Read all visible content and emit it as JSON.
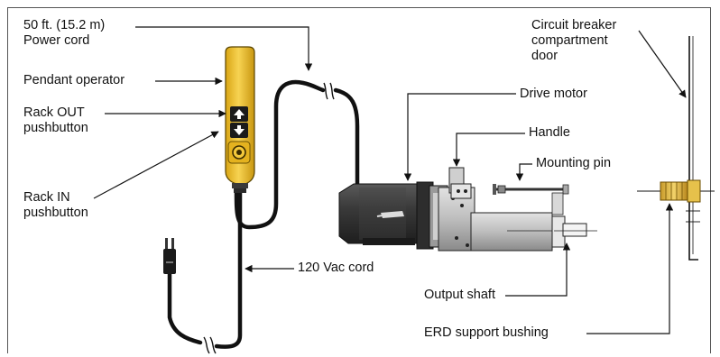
{
  "labels": {
    "power_cord": [
      "50 ft. (15.2 m)",
      "Power cord"
    ],
    "pendant_operator": "Pendant operator",
    "rack_out": [
      "Rack OUT",
      "pushbutton"
    ],
    "rack_in": [
      "Rack IN",
      "pushbutton"
    ],
    "vac_cord": "120 Vac cord",
    "drive_motor": "Drive motor",
    "handle": "Handle",
    "mounting_pin": "Mounting pin",
    "output_shaft": "Output shaft",
    "erd_support_bushing": "ERD support bushing",
    "breaker_door": [
      "Circuit breaker",
      "compartment",
      "door"
    ]
  },
  "colors": {
    "pendant_yellow": "#f2c12e",
    "pendant_outline": "#5a4500",
    "motor_dark": "#3b3b3b",
    "motor_metal": "#b9b9b9",
    "bushing_yellow": "#e7c24e",
    "leader": "#111111"
  }
}
